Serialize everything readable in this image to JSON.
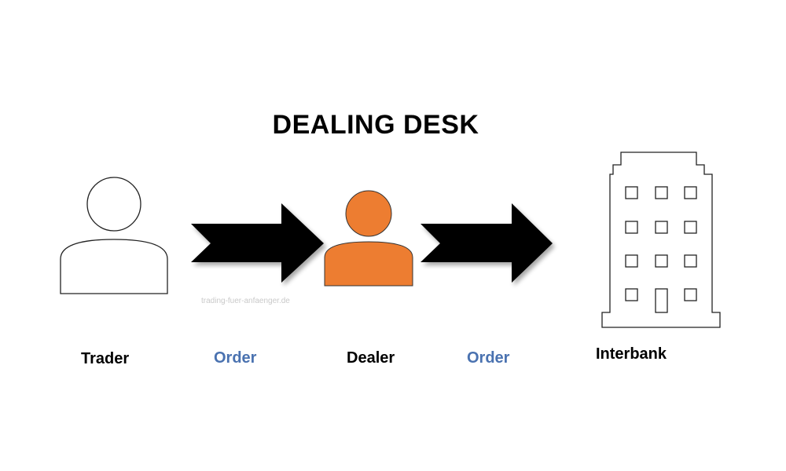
{
  "title": "DEALING DESK",
  "watermark": "trading-fuer-anfaenger.de",
  "nodes": {
    "trader": {
      "label": "Trader",
      "icon": "person-outline-icon"
    },
    "dealer": {
      "label": "Dealer",
      "icon": "person-filled-icon"
    },
    "interbank": {
      "label": "Interbank",
      "icon": "office-building-icon"
    }
  },
  "arrows": [
    {
      "label": "Order"
    },
    {
      "label": "Order"
    }
  ],
  "colors": {
    "dealer_fill": "#ed7d31",
    "arrow_fill": "#000000",
    "order_label": "#4a72b0",
    "text": "#000000"
  }
}
